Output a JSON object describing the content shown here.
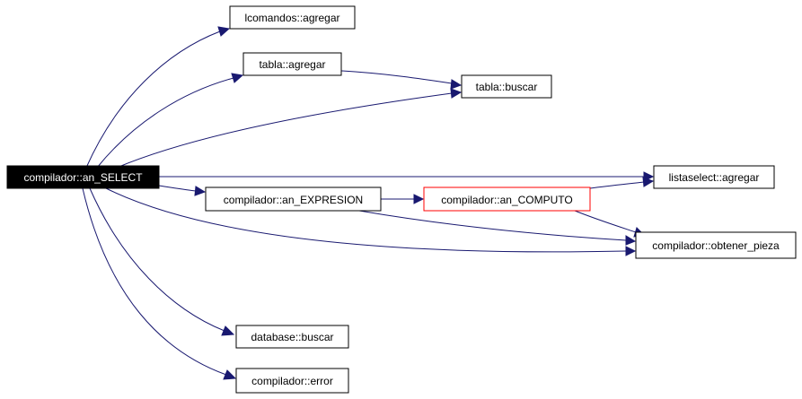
{
  "nodes": {
    "an_select": {
      "label": "compilador::an_SELECT"
    },
    "lcomandos_agregar": {
      "label": "lcomandos::agregar"
    },
    "tabla_agregar": {
      "label": "tabla::agregar"
    },
    "tabla_buscar": {
      "label": "tabla::buscar"
    },
    "listaselect_agregar": {
      "label": "listaselect::agregar"
    },
    "an_expresion": {
      "label": "compilador::an_EXPRESION"
    },
    "an_computo": {
      "label": "compilador::an_COMPUTO"
    },
    "obtener_pieza": {
      "label": "compilador::obtener_pieza"
    },
    "database_buscar": {
      "label": "database::buscar"
    },
    "compilador_error": {
      "label": "compilador::error"
    }
  },
  "edges": [
    {
      "from": "an_select",
      "to": "lcomandos_agregar"
    },
    {
      "from": "an_select",
      "to": "tabla_agregar"
    },
    {
      "from": "an_select",
      "to": "tabla_buscar"
    },
    {
      "from": "tabla_agregar",
      "to": "tabla_buscar"
    },
    {
      "from": "an_select",
      "to": "listaselect_agregar"
    },
    {
      "from": "an_select",
      "to": "an_expresion"
    },
    {
      "from": "an_select",
      "to": "obtener_pieza"
    },
    {
      "from": "an_select",
      "to": "database_buscar"
    },
    {
      "from": "an_select",
      "to": "compilador_error"
    },
    {
      "from": "an_expresion",
      "to": "an_computo"
    },
    {
      "from": "an_expresion",
      "to": "obtener_pieza"
    },
    {
      "from": "an_computo",
      "to": "listaselect_agregar"
    },
    {
      "from": "an_computo",
      "to": "obtener_pieza"
    }
  ],
  "colors": {
    "edge": "#191970",
    "root_fill": "#000000",
    "root_text": "#ffffff",
    "highlight_border": "#ff0000"
  }
}
